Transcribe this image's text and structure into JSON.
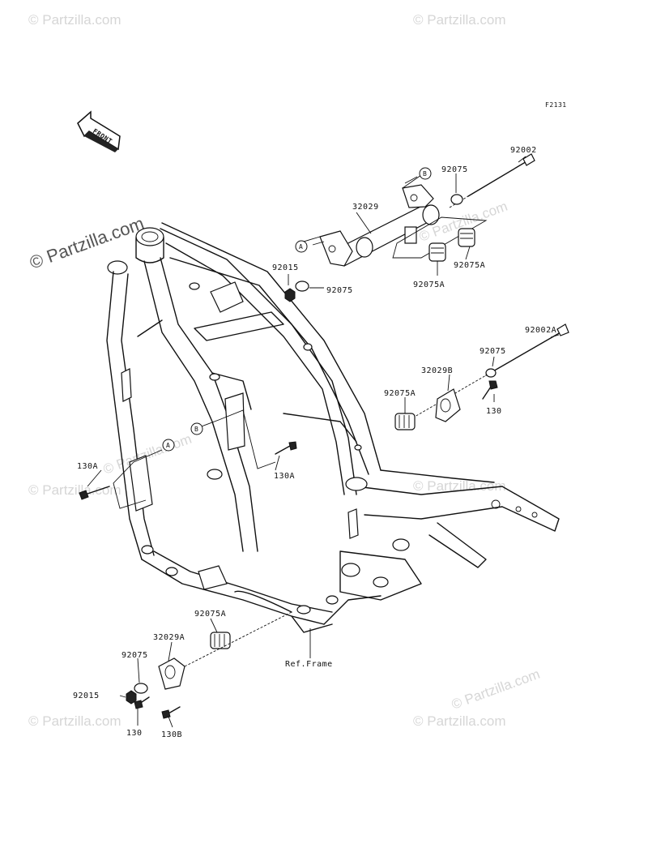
{
  "figure_code": "F2131",
  "front_label": "FRONT",
  "brand_watermark": "© Partzilla.com",
  "repeat_watermark": "© Partzilla.com",
  "ref_frame_label": "Ref.Frame",
  "callouts": {
    "c_A_top": "A",
    "c_B_top": "B",
    "c_A_left": "A",
    "c_B_left": "B"
  },
  "parts": {
    "p92002": "92002",
    "p92075_top": "92075",
    "p32029": "32029",
    "p92015_top": "92015",
    "p92075_mid": "92075",
    "p92075A_r": "92075A",
    "p92075A_l": "92075A",
    "p92002A": "92002A",
    "p92075_r2": "92075",
    "p32029B": "32029B",
    "p92075A_b": "92075A",
    "p130_r": "130",
    "p130A_l": "130A",
    "p130A_m": "130A",
    "p92075A_low": "92075A",
    "p32029A": "32029A",
    "p92075_low": "92075",
    "p92015_low": "92015",
    "p130_low": "130",
    "p130B": "130B"
  }
}
